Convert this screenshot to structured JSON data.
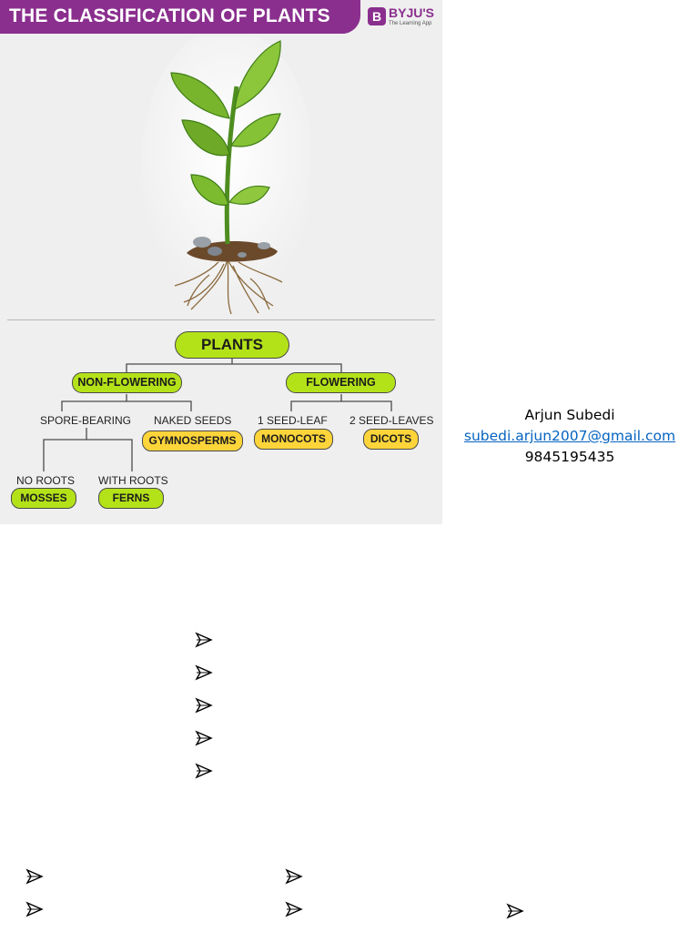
{
  "infographic": {
    "banner_title": "THE CLASSIFICATION OF PLANTS",
    "brand_mark": "B",
    "brand_name": "BYJU'S",
    "brand_tagline": "The Learning App",
    "banner_color": "#8a2f8e",
    "tree": {
      "root": "PLANTS",
      "non_flowering": "NON-FLOWERING",
      "flowering": "FLOWERING",
      "spore_bearing": "SPORE-BEARING",
      "naked_seeds": "NAKED SEEDS",
      "gymnosperms": "GYMNOSPERMS",
      "one_seed_leaf": "1 SEED-LEAF",
      "monocots": "MONOCOTS",
      "two_seed_leaves": "2 SEED-LEAVES",
      "dicots": "DICOTS",
      "no_roots": "NO ROOTS",
      "mosses": "MOSSES",
      "with_roots": "WITH ROOTS",
      "ferns": "FERNS"
    },
    "colors": {
      "green_node": "#b4e219",
      "yellow_node": "#fdd53a"
    }
  },
  "contact": {
    "name": "Arjun Subedi",
    "email": "subedi.arjun2007@gmail.com",
    "phone": "9845195435"
  },
  "bullets": {
    "icon": "arrow-bullet-icon",
    "center_list_count": 5,
    "bottom_items": 5
  }
}
